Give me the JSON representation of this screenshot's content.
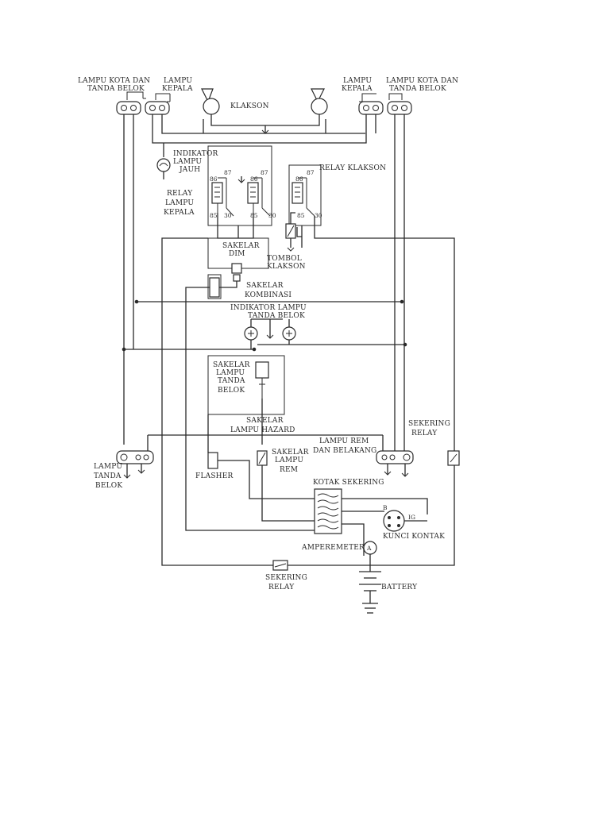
{
  "labels": {
    "lampu_kota_kiri": [
      "LAMPU KOTA DAN",
      "TANDA BELOK"
    ],
    "lampu_kepala_kiri": [
      "LAMPU",
      "KEPALA"
    ],
    "lampu_kepala_kanan": [
      "LAMPU",
      "KEPALA"
    ],
    "lampu_kota_kanan": [
      "LAMPU KOTA DAN",
      "TANDA BELOK"
    ],
    "klakson": "KLAKSON",
    "indikator_lampu_jauh": [
      "INDIKATOR",
      "LAMPU",
      "JAUH"
    ],
    "relay_lampu_kepala": [
      "RELAY",
      "LAMPU",
      "KEPALA"
    ],
    "relay_klakson": "RELAY KLAKSON",
    "sakelar_dim": [
      "SAKELAR",
      "DIM"
    ],
    "tombol_klakson": [
      "TOMBOL",
      "KLAKSON"
    ],
    "sakelar_kombinasi": [
      "SAKELAR",
      "KOMBINASI"
    ],
    "indikator_lampu_tanda_belok": [
      "INDIKATOR  LAMPU",
      "TANDA BELOK"
    ],
    "sakelar_lampu_tanda_belok": [
      "SAKELAR",
      "LAMPU",
      "TANDA",
      "BELOK"
    ],
    "sakelar_lampu_hazard": [
      "SAKELAR",
      "LAMPU HAZARD"
    ],
    "sekering_relay_kanan": [
      "SEKERING",
      "RELAY"
    ],
    "lampu_rem_belakang": [
      "LAMPU REM",
      "DAN BELAKANG"
    ],
    "lampu_tanda_belok_kiri": [
      "LAMPU",
      "TANDA",
      "BELOK"
    ],
    "flasher": "FLASHER",
    "sakelar_lampu_rem": [
      "SAKELAR",
      "LAMPU",
      "REM"
    ],
    "kotak_sekering": "KOTAK SEKERING",
    "kunci_kontak": "KUNCI KONTAK",
    "ig": "IG",
    "b": "B",
    "amperemeter": "AMPEREMETER",
    "amperemeter_symbol": "A",
    "sekering_relay_bawah": [
      "SEKERING",
      "RELAY"
    ],
    "battery": "BATTERY"
  },
  "relay_pins": {
    "relay1": [
      "86",
      "87",
      "85",
      "30"
    ],
    "relay2": [
      "86",
      "87",
      "85",
      "30"
    ],
    "relay3": [
      "86",
      "87",
      "85",
      "30"
    ]
  },
  "colors": {
    "ink": "#2a2a2a",
    "paper": "#ffffff"
  }
}
